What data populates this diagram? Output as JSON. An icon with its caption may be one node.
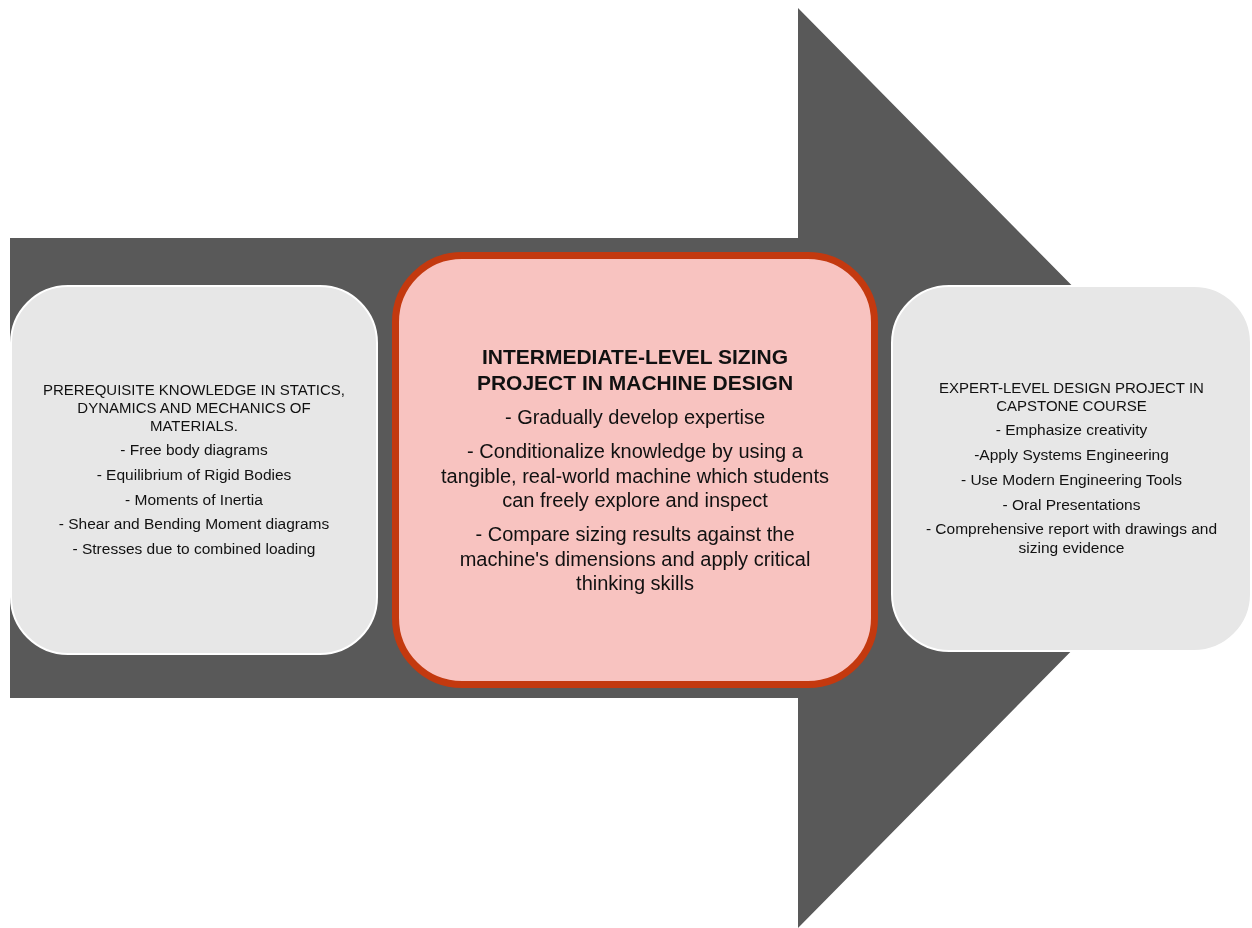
{
  "diagram": {
    "nodes": [
      {
        "text": [
          "PREREQUISITE KNOWLEDGE IN STATICS, DYNAMICS AND MECHANICS OF MATERIALS.",
          "- Free body diagrams",
          "- Equilibrium of Rigid Bodies",
          "- Moments of Inertia",
          "- Shear and Bending Moment diagrams",
          "- Stresses due to combined loading"
        ]
      },
      {
        "text": [
          "INTERMEDIATE-LEVEL SIZING PROJECT IN MACHINE DESIGN",
          "- Gradually develop expertise",
          "- Conditionalize knowledge by using a tangible, real-world machine which students can freely explore and inspect",
          "- Compare sizing results against the machine's dimensions and apply critical thinking skills"
        ]
      },
      {
        "text": [
          "EXPERT-LEVEL DESIGN PROJECT IN CAPSTONE COURSE",
          "- Emphasize creativity",
          "-Apply Systems Engineering",
          "- Use Modern Engineering Tools",
          "- Oral Presentations",
          "- Comprehensive report with drawings and sizing evidence"
        ]
      }
    ],
    "edges": [
      {
        "from": 0,
        "to": 2,
        "arrow": "to"
      }
    ]
  }
}
